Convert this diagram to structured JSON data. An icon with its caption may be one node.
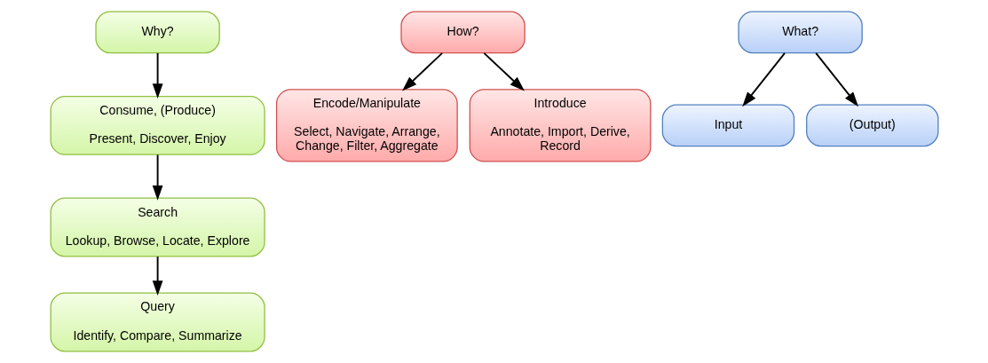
{
  "diagram": {
    "nodes": [
      {
        "text": [
          "Why?"
        ]
      },
      {
        "text": [
          "Consume, (Produce)",
          "Present, Discover, Enjoy"
        ]
      },
      {
        "text": [
          "Search",
          "Lookup, Browse, Locate, Explore"
        ]
      },
      {
        "text": [
          "Query",
          "Identify, Compare, Summarize"
        ]
      },
      {
        "text": [
          "How?"
        ]
      },
      {
        "text": [
          "Encode/Manipulate",
          "Select, Navigate, Arrange, Change, Filter, Aggregate"
        ]
      },
      {
        "text": [
          "Introduce",
          "Annotate, Import, Derive, Record"
        ]
      },
      {
        "text": [
          "What?"
        ]
      },
      {
        "text": [
          "Input"
        ]
      },
      {
        "text": [
          "(Output)"
        ]
      }
    ],
    "edges": [
      {
        "from": 0,
        "to": 1,
        "arrow": "to"
      },
      {
        "from": 1,
        "to": 2,
        "arrow": "to"
      },
      {
        "from": 2,
        "to": 3,
        "arrow": "to"
      },
      {
        "from": 4,
        "to": 5,
        "arrow": "to"
      },
      {
        "from": 4,
        "to": 6,
        "arrow": "to"
      },
      {
        "from": 7,
        "to": 8,
        "arrow": "to"
      },
      {
        "from": 7,
        "to": 9,
        "arrow": "to"
      }
    ]
  }
}
